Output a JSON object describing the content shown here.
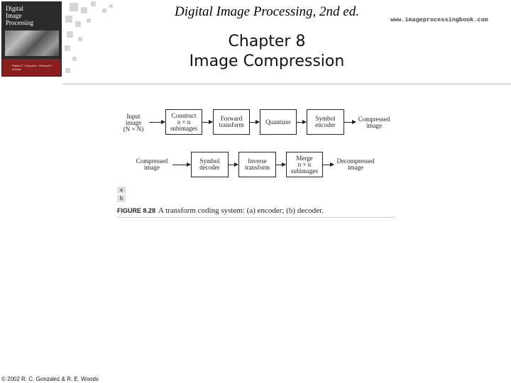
{
  "header": {
    "book_title": "Digital Image Processing, 2nd ed.",
    "site_url": "www.imageprocessingbook.com",
    "chapter_number": "Chapter 8",
    "chapter_name": "Image Compression"
  },
  "cover": {
    "title_lines": [
      "Digital",
      "Image",
      "Processing"
    ],
    "authors_text": "Rafael C. Gonzalez · Richard E. Woods"
  },
  "figure": {
    "encoder": {
      "input_lines": [
        "Input",
        "image",
        "(N × N)"
      ],
      "blocks": [
        {
          "lines": [
            "Construct",
            "n × n",
            "subimages"
          ]
        },
        {
          "lines": [
            "Forward",
            "transform"
          ]
        },
        {
          "lines": [
            "Quantizer"
          ]
        },
        {
          "lines": [
            "Symbol",
            "encoder"
          ]
        }
      ],
      "output_lines": [
        "Compressed",
        "image"
      ]
    },
    "decoder": {
      "input_lines": [
        "Compressed",
        "image"
      ],
      "blocks": [
        {
          "lines": [
            "Symbol",
            "decoder"
          ]
        },
        {
          "lines": [
            "Inverse",
            "transform"
          ]
        },
        {
          "lines": [
            "Merge",
            "n × n",
            "subimages"
          ]
        }
      ],
      "output_lines": [
        "Decompressed",
        "image"
      ]
    },
    "sub_labels": [
      "a",
      "b"
    ],
    "caption_number": "FIGURE 8.28",
    "caption_text": "A transform coding system: (a) encoder; (b) decoder."
  },
  "footer": {
    "copyright": "© 2002 R. C. Gonzalez & R. E. Woods"
  }
}
